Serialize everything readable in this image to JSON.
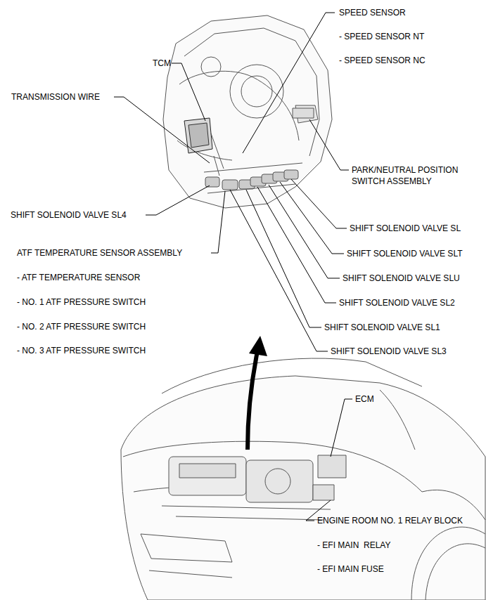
{
  "diagram": {
    "labels": [
      "SPEED SENSOR",
      "- SPEED SENSOR NT",
      "- SPEED SENSOR NC",
      "TCM",
      "TRANSMISSION WIRE",
      "PARK/NEUTRAL POSITION SWITCH ASSEMBLY",
      "SHIFT SOLENOID VALVE SL4",
      "SHIFT SOLENOID VALVE SL",
      "ATF TEMPERATURE SENSOR ASSEMBLY",
      "SHIFT SOLENOID VALVE SLT",
      "- ATF TEMPERATURE SENSOR",
      "SHIFT SOLENOID VALVE SLU",
      "- NO. 1 ATF PRESSURE SWITCH",
      "SHIFT SOLENOID VALVE SL2",
      "- NO. 2 ATF PRESSURE SWITCH",
      "SHIFT SOLENOID VALVE SL1",
      "- NO. 3 ATF PRESSURE SWITCH",
      "SHIFT SOLENOID VALVE SL3",
      "ECM",
      "ENGINE ROOM NO. 1 RELAY BLOCK",
      "- EFI MAIN  RELAY",
      "- EFI MAIN FUSE"
    ]
  }
}
